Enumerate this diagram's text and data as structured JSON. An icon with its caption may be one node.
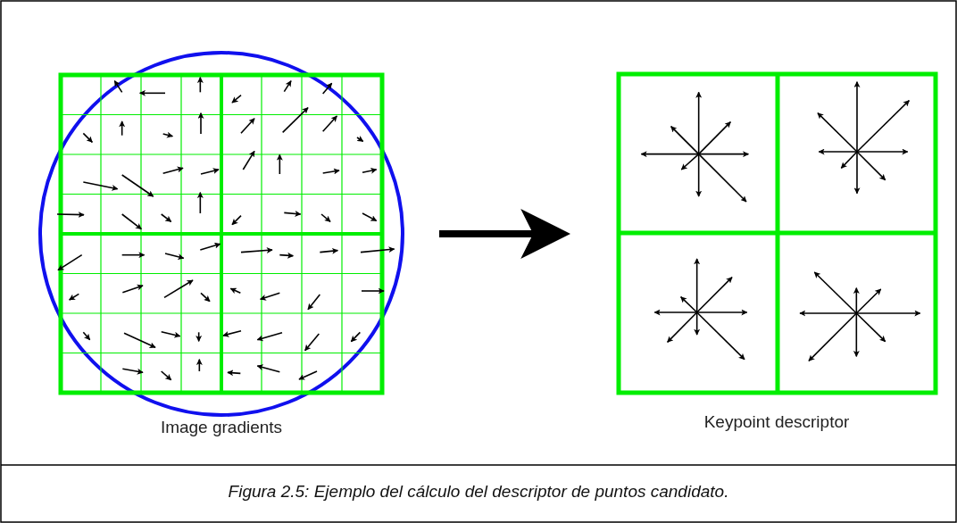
{
  "diagram": {
    "caption": "Figura 2.5: Ejemplo del cálculo del descriptor de puntos candidato.",
    "nodes": [
      {
        "text": [
          "Image gradients"
        ]
      },
      {
        "text": [
          "Keypoint descriptor"
        ]
      }
    ],
    "edges": [
      {
        "from": 0,
        "to": 1,
        "arrow": "to"
      }
    ]
  }
}
